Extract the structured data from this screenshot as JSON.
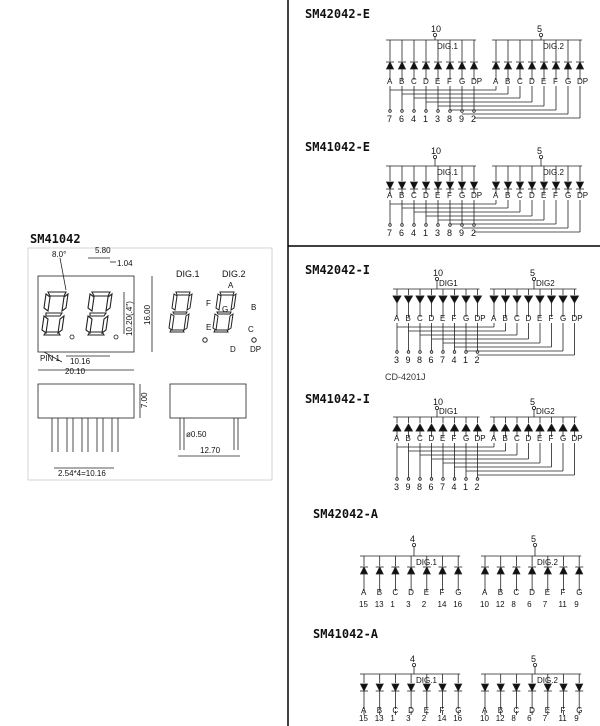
{
  "mechanical": {
    "title": "SM41042",
    "dims": {
      "slant": "8.0°",
      "seg_width": "5.80",
      "seg_thick": "1.04",
      "digit_height": "10.20(.4\")",
      "height": "16.00",
      "pitch": "10.16",
      "width": "20.10",
      "depth": "7.00",
      "pin_dia": "ø0.50",
      "pin_span": "2.54*4=10.16",
      "row_span": "12.70"
    },
    "pin1": "PIN 1",
    "seg_letters": [
      "A",
      "B",
      "F",
      "G",
      "E",
      "C",
      "D",
      "DP"
    ],
    "dig1": "DIG.1",
    "dig2": "DIG.2"
  },
  "schematics": [
    {
      "title": "SM42042-E",
      "type": "CA",
      "com1": "10",
      "com2": "5",
      "dig1": "DIG.1",
      "dig2": "DIG.2",
      "seg": [
        "A",
        "B",
        "C",
        "D",
        "E",
        "F",
        "G",
        "DP"
      ],
      "pins": [
        "7",
        "6",
        "4",
        "1",
        "3",
        "8",
        "9",
        "2"
      ],
      "sub": ""
    },
    {
      "title": "SM41042-E",
      "type": "CC",
      "com1": "10",
      "com2": "5",
      "dig1": "DIG.1",
      "dig2": "DIG.2",
      "seg": [
        "A",
        "B",
        "C",
        "D",
        "E",
        "F",
        "G",
        "DP"
      ],
      "pins": [
        "7",
        "6",
        "4",
        "1",
        "3",
        "8",
        "9",
        "2"
      ],
      "sub": ""
    },
    {
      "title": "SM42042-I",
      "type": "CA",
      "com1": "10",
      "com2": "5",
      "dig1": "DIG1",
      "dig2": "DIG2",
      "seg": [
        "A",
        "B",
        "C",
        "D",
        "E",
        "F",
        "G",
        "DP"
      ],
      "pins": [
        "3",
        "9",
        "8",
        "6",
        "7",
        "4",
        "1",
        "2"
      ],
      "sub": "CD-4201J"
    },
    {
      "title": "SM41042-I",
      "type": "CC",
      "com1": "10",
      "com2": "5",
      "dig1": "DIG1",
      "dig2": "DIG2",
      "seg": [
        "A",
        "B",
        "C",
        "D",
        "E",
        "F",
        "G",
        "DP"
      ],
      "pins": [
        "3",
        "9",
        "8",
        "6",
        "7",
        "4",
        "1",
        "2"
      ],
      "sub": ""
    },
    {
      "title": "SM42042-A",
      "type": "CA",
      "com1": "4",
      "com2": "5",
      "dig1": "DIG.1",
      "dig2": "DIG.2",
      "seg": [
        "A",
        "B",
        "C",
        "D",
        "E",
        "F",
        "G"
      ],
      "pins1": [
        "15",
        "13",
        "1",
        "3",
        "2",
        "14",
        "16"
      ],
      "pins2": [
        "10",
        "12",
        "8",
        "6",
        "7",
        "11",
        "9"
      ],
      "sub": ""
    },
    {
      "title": "SM41042-A",
      "type": "CC",
      "com1": "4",
      "com2": "5",
      "dig1": "DIG.1",
      "dig2": "DIG.2",
      "seg": [
        "A",
        "B",
        "C",
        "D",
        "E",
        "F",
        "G"
      ],
      "pins1": [
        "15",
        "13",
        "1",
        "3",
        "2",
        "14",
        "16"
      ],
      "pins2": [
        "10",
        "12",
        "8",
        "6",
        "7",
        "11",
        "9"
      ],
      "sub": ""
    }
  ]
}
